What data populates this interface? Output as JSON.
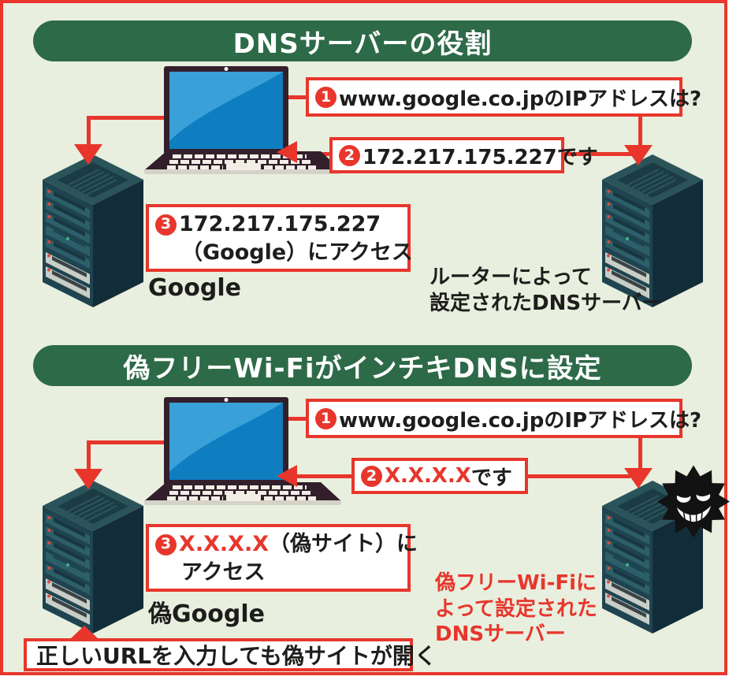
{
  "palette": {
    "frame_red": "#e8362c",
    "banner_green": "#2d6a48",
    "background": "#e9efde",
    "text_black": "#1d1d1b",
    "screen_blue": "#0f81c2"
  },
  "section1": {
    "title": "DNSサーバーの役割",
    "step1": {
      "num": "1",
      "text": "www.google.co.jpのIPアドレスは?"
    },
    "step2": {
      "num": "2",
      "text": "172.217.175.227です"
    },
    "step3": {
      "num": "3",
      "line1": "172.217.175.227",
      "line2": "（Google）にアクセス"
    },
    "left_server_label": "Google",
    "right_server_label": [
      "ルーターによって",
      "設定されたDNSサーバー"
    ]
  },
  "section2": {
    "title": "偽フリーWi-FiがインチキDNSに設定",
    "step1": {
      "num": "1",
      "text": "www.google.co.jpのIPアドレスは?"
    },
    "step2": {
      "num": "2",
      "ip": "X.X.X.X",
      "suffix": "です"
    },
    "step3": {
      "num": "3",
      "ip": "X.X.X.X",
      "suffix": "（偽サイト）に",
      "line2": "アクセス"
    },
    "left_server_label": "偽Google",
    "right_server_label": [
      "偽フリーWi-Fiに",
      "よって設定された",
      "DNSサーバー"
    ],
    "bottom_note": "正しいURLを入力しても偽サイトが開く"
  }
}
